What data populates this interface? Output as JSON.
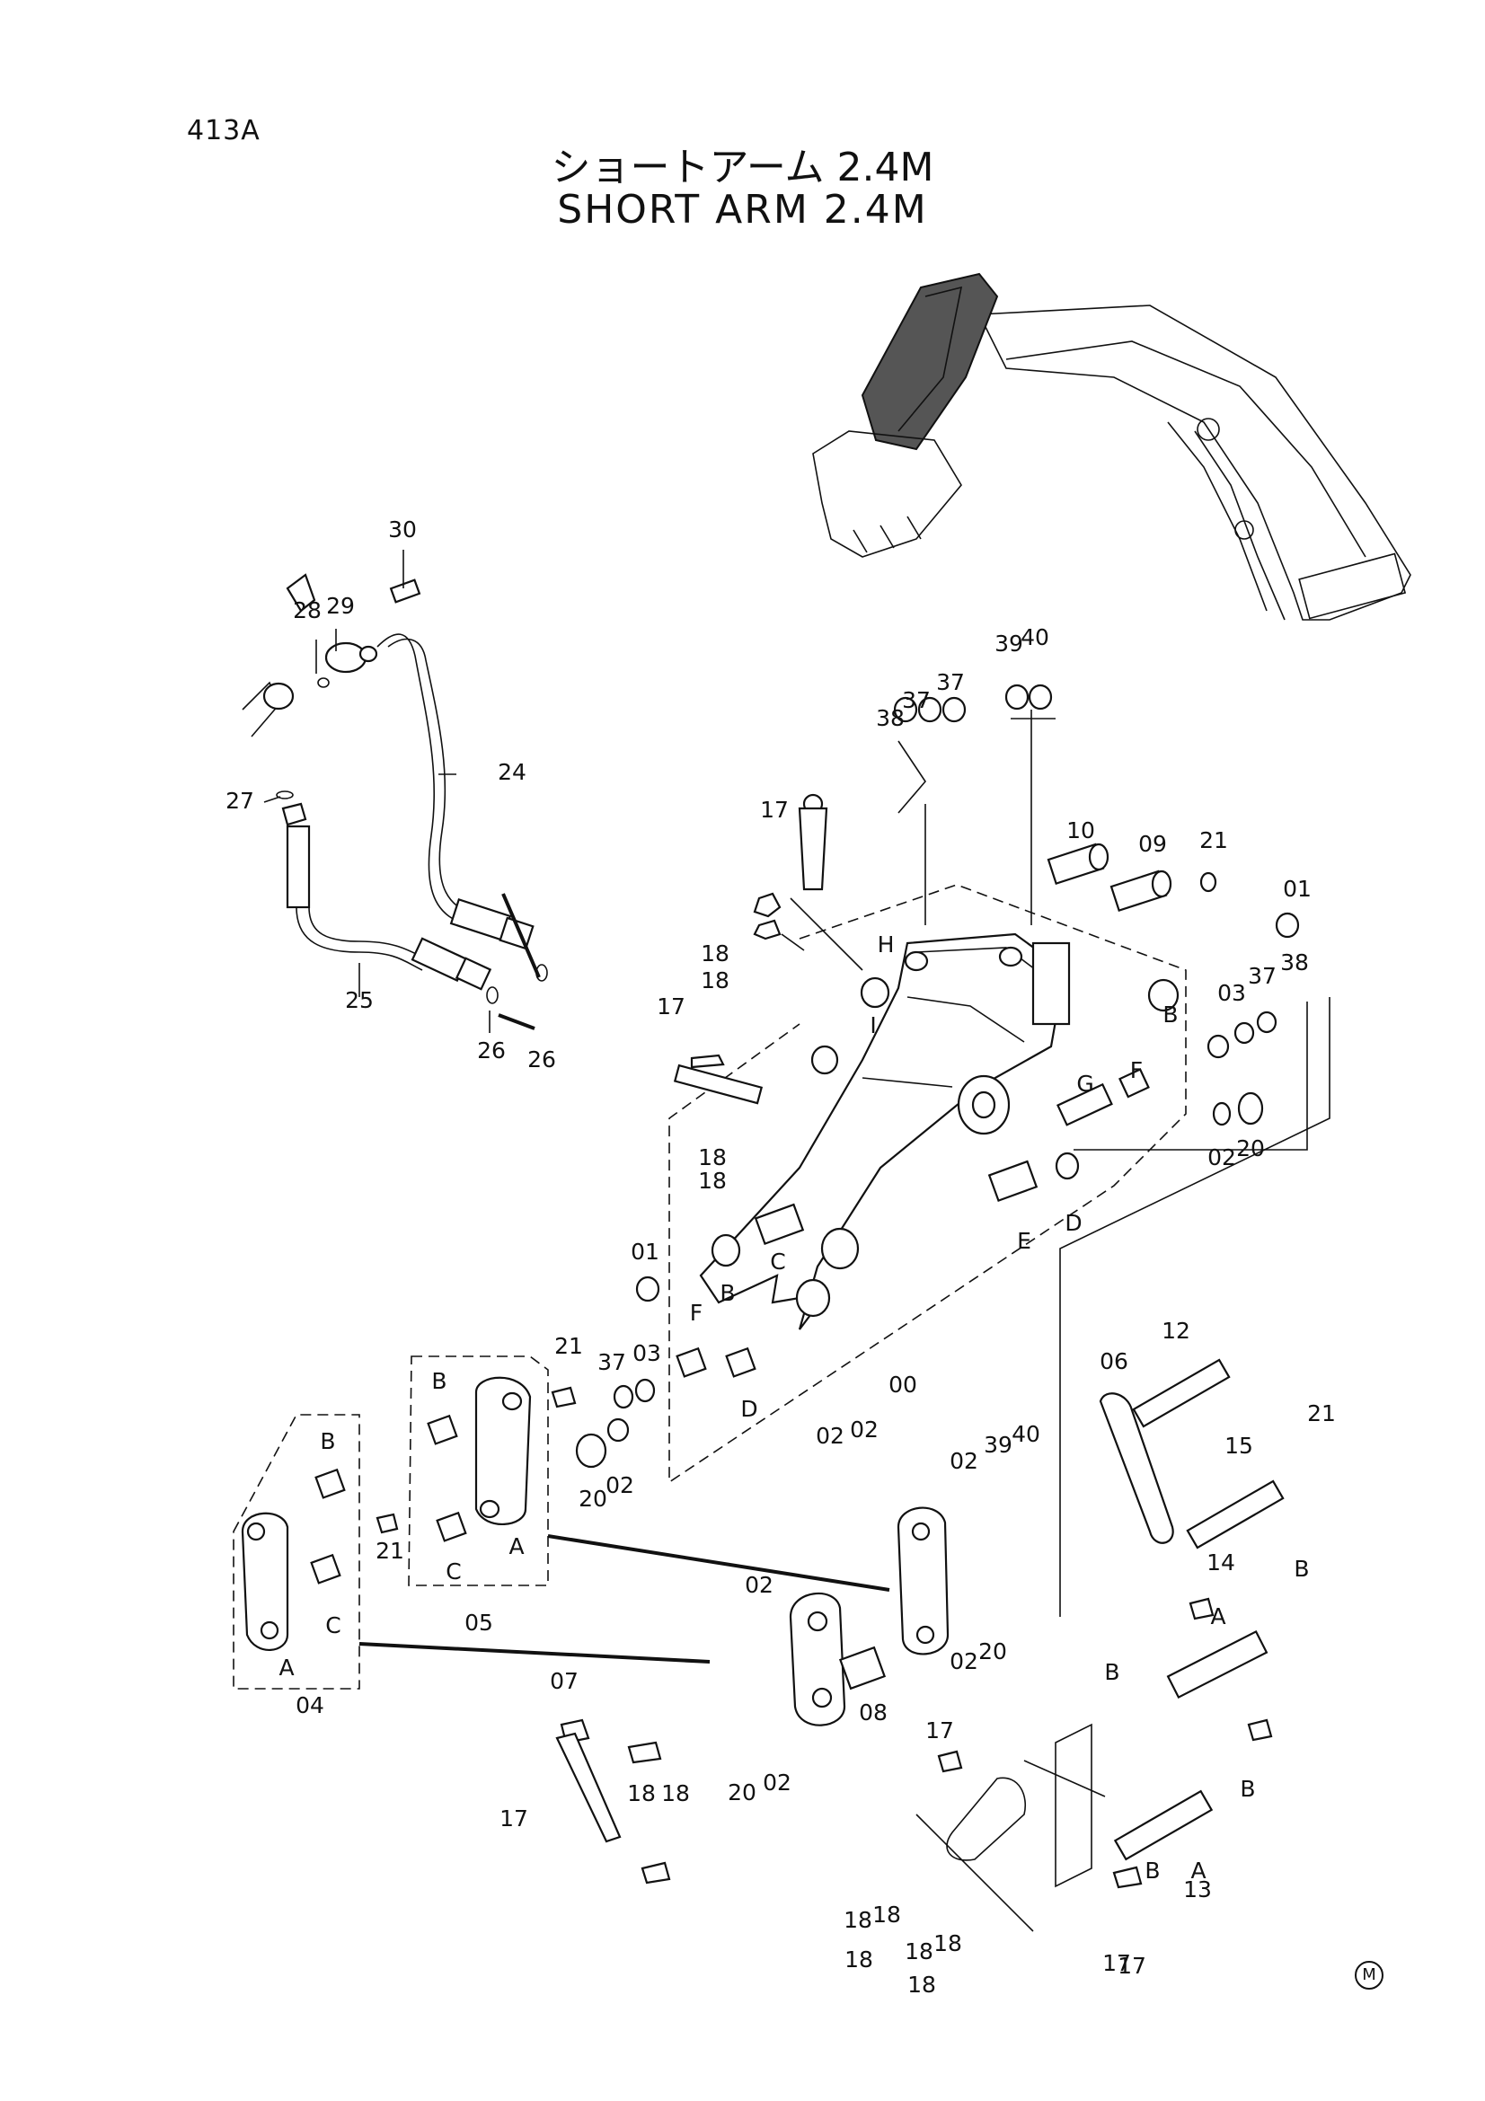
{
  "header": {
    "page_id": "413A",
    "title_jp": "ショートアーム 2.4M",
    "title_en": "SHORT ARM 2.4M"
  },
  "footer": {
    "badge": "M"
  },
  "callouts": [
    {
      "text": "30"
    },
    {
      "text": "29"
    },
    {
      "text": "28"
    },
    {
      "text": "24"
    },
    {
      "text": "27"
    },
    {
      "text": "25"
    },
    {
      "text": "26"
    },
    {
      "text": "26"
    },
    {
      "text": "39"
    },
    {
      "text": "40"
    },
    {
      "text": "38"
    },
    {
      "text": "37"
    },
    {
      "text": "37"
    },
    {
      "text": "17"
    },
    {
      "text": "10"
    },
    {
      "text": "09"
    },
    {
      "text": "21"
    },
    {
      "text": "01"
    },
    {
      "text": "18"
    },
    {
      "text": "18"
    },
    {
      "text": "H"
    },
    {
      "text": "17"
    },
    {
      "text": "I"
    },
    {
      "text": "B"
    },
    {
      "text": "03"
    },
    {
      "text": "37"
    },
    {
      "text": "38"
    },
    {
      "text": "G"
    },
    {
      "text": "F"
    },
    {
      "text": "02"
    },
    {
      "text": "20"
    },
    {
      "text": "18"
    },
    {
      "text": "18"
    },
    {
      "text": "E"
    },
    {
      "text": "D"
    },
    {
      "text": "01"
    },
    {
      "text": "B"
    },
    {
      "text": "C"
    },
    {
      "text": "F"
    },
    {
      "text": "37"
    },
    {
      "text": "03"
    },
    {
      "text": "D"
    },
    {
      "text": "00"
    },
    {
      "text": "21"
    },
    {
      "text": "B"
    },
    {
      "text": "A"
    },
    {
      "text": "C"
    },
    {
      "text": "05"
    },
    {
      "text": "20"
    },
    {
      "text": "02"
    },
    {
      "text": "B"
    },
    {
      "text": "21"
    },
    {
      "text": "C"
    },
    {
      "text": "A"
    },
    {
      "text": "04"
    },
    {
      "text": "02"
    },
    {
      "text": "02"
    },
    {
      "text": "02"
    },
    {
      "text": "39"
    },
    {
      "text": "40"
    },
    {
      "text": "06"
    },
    {
      "text": "12"
    },
    {
      "text": "21"
    },
    {
      "text": "15"
    },
    {
      "text": "02"
    },
    {
      "text": "02"
    },
    {
      "text": "20"
    },
    {
      "text": "08"
    },
    {
      "text": "14"
    },
    {
      "text": "B"
    },
    {
      "text": "A"
    },
    {
      "text": "B"
    },
    {
      "text": "07"
    },
    {
      "text": "18"
    },
    {
      "text": "18"
    },
    {
      "text": "17"
    },
    {
      "text": "20"
    },
    {
      "text": "02"
    },
    {
      "text": "17"
    },
    {
      "text": "B"
    },
    {
      "text": "A"
    },
    {
      "text": "B"
    },
    {
      "text": "13"
    },
    {
      "text": "17"
    },
    {
      "text": "18"
    },
    {
      "text": "18"
    },
    {
      "text": "18"
    },
    {
      "text": "18"
    },
    {
      "text": "18"
    },
    {
      "text": "18"
    },
    {
      "text": "17"
    }
  ]
}
